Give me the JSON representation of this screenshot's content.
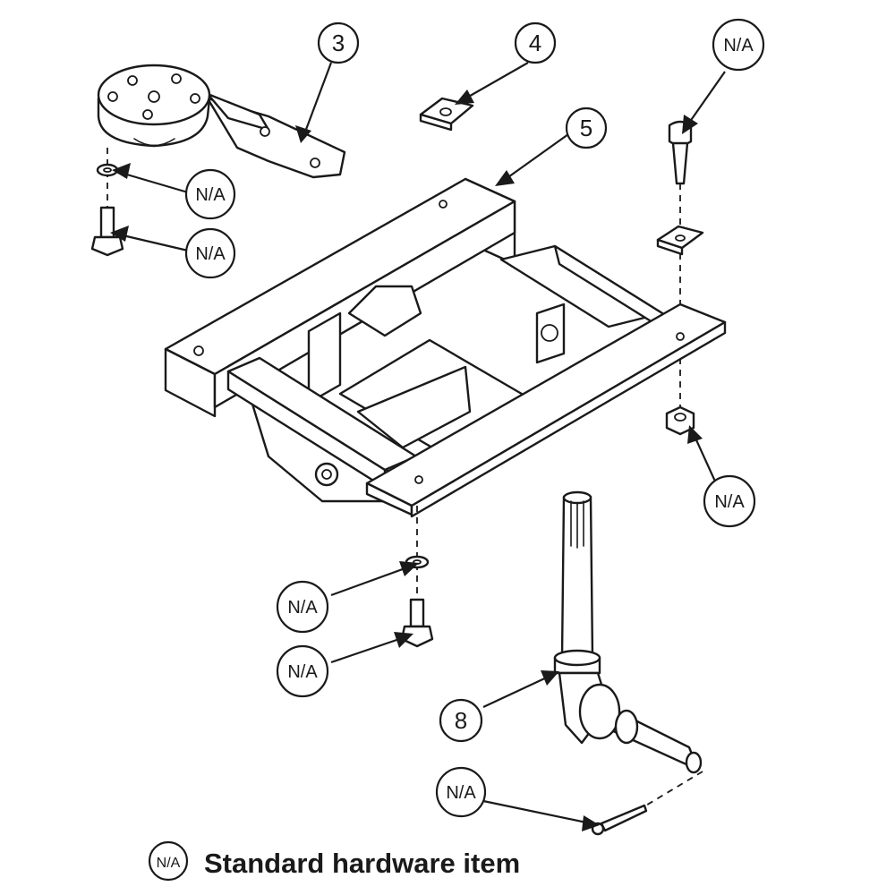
{
  "callouts": {
    "part_3": "3",
    "part_4": "4",
    "part_5": "5",
    "part_8": "8",
    "na_top_right": "N/A",
    "na_washer_left": "N/A",
    "na_bolt_left": "N/A",
    "na_nut_right": "N/A",
    "na_washer_bottom": "N/A",
    "na_bolt_bottom": "N/A",
    "na_pin": "N/A"
  },
  "legend": {
    "symbol": "N/A",
    "text": "Standard hardware item"
  },
  "colors": {
    "line": "#1a1a1a",
    "background": "#ffffff"
  }
}
